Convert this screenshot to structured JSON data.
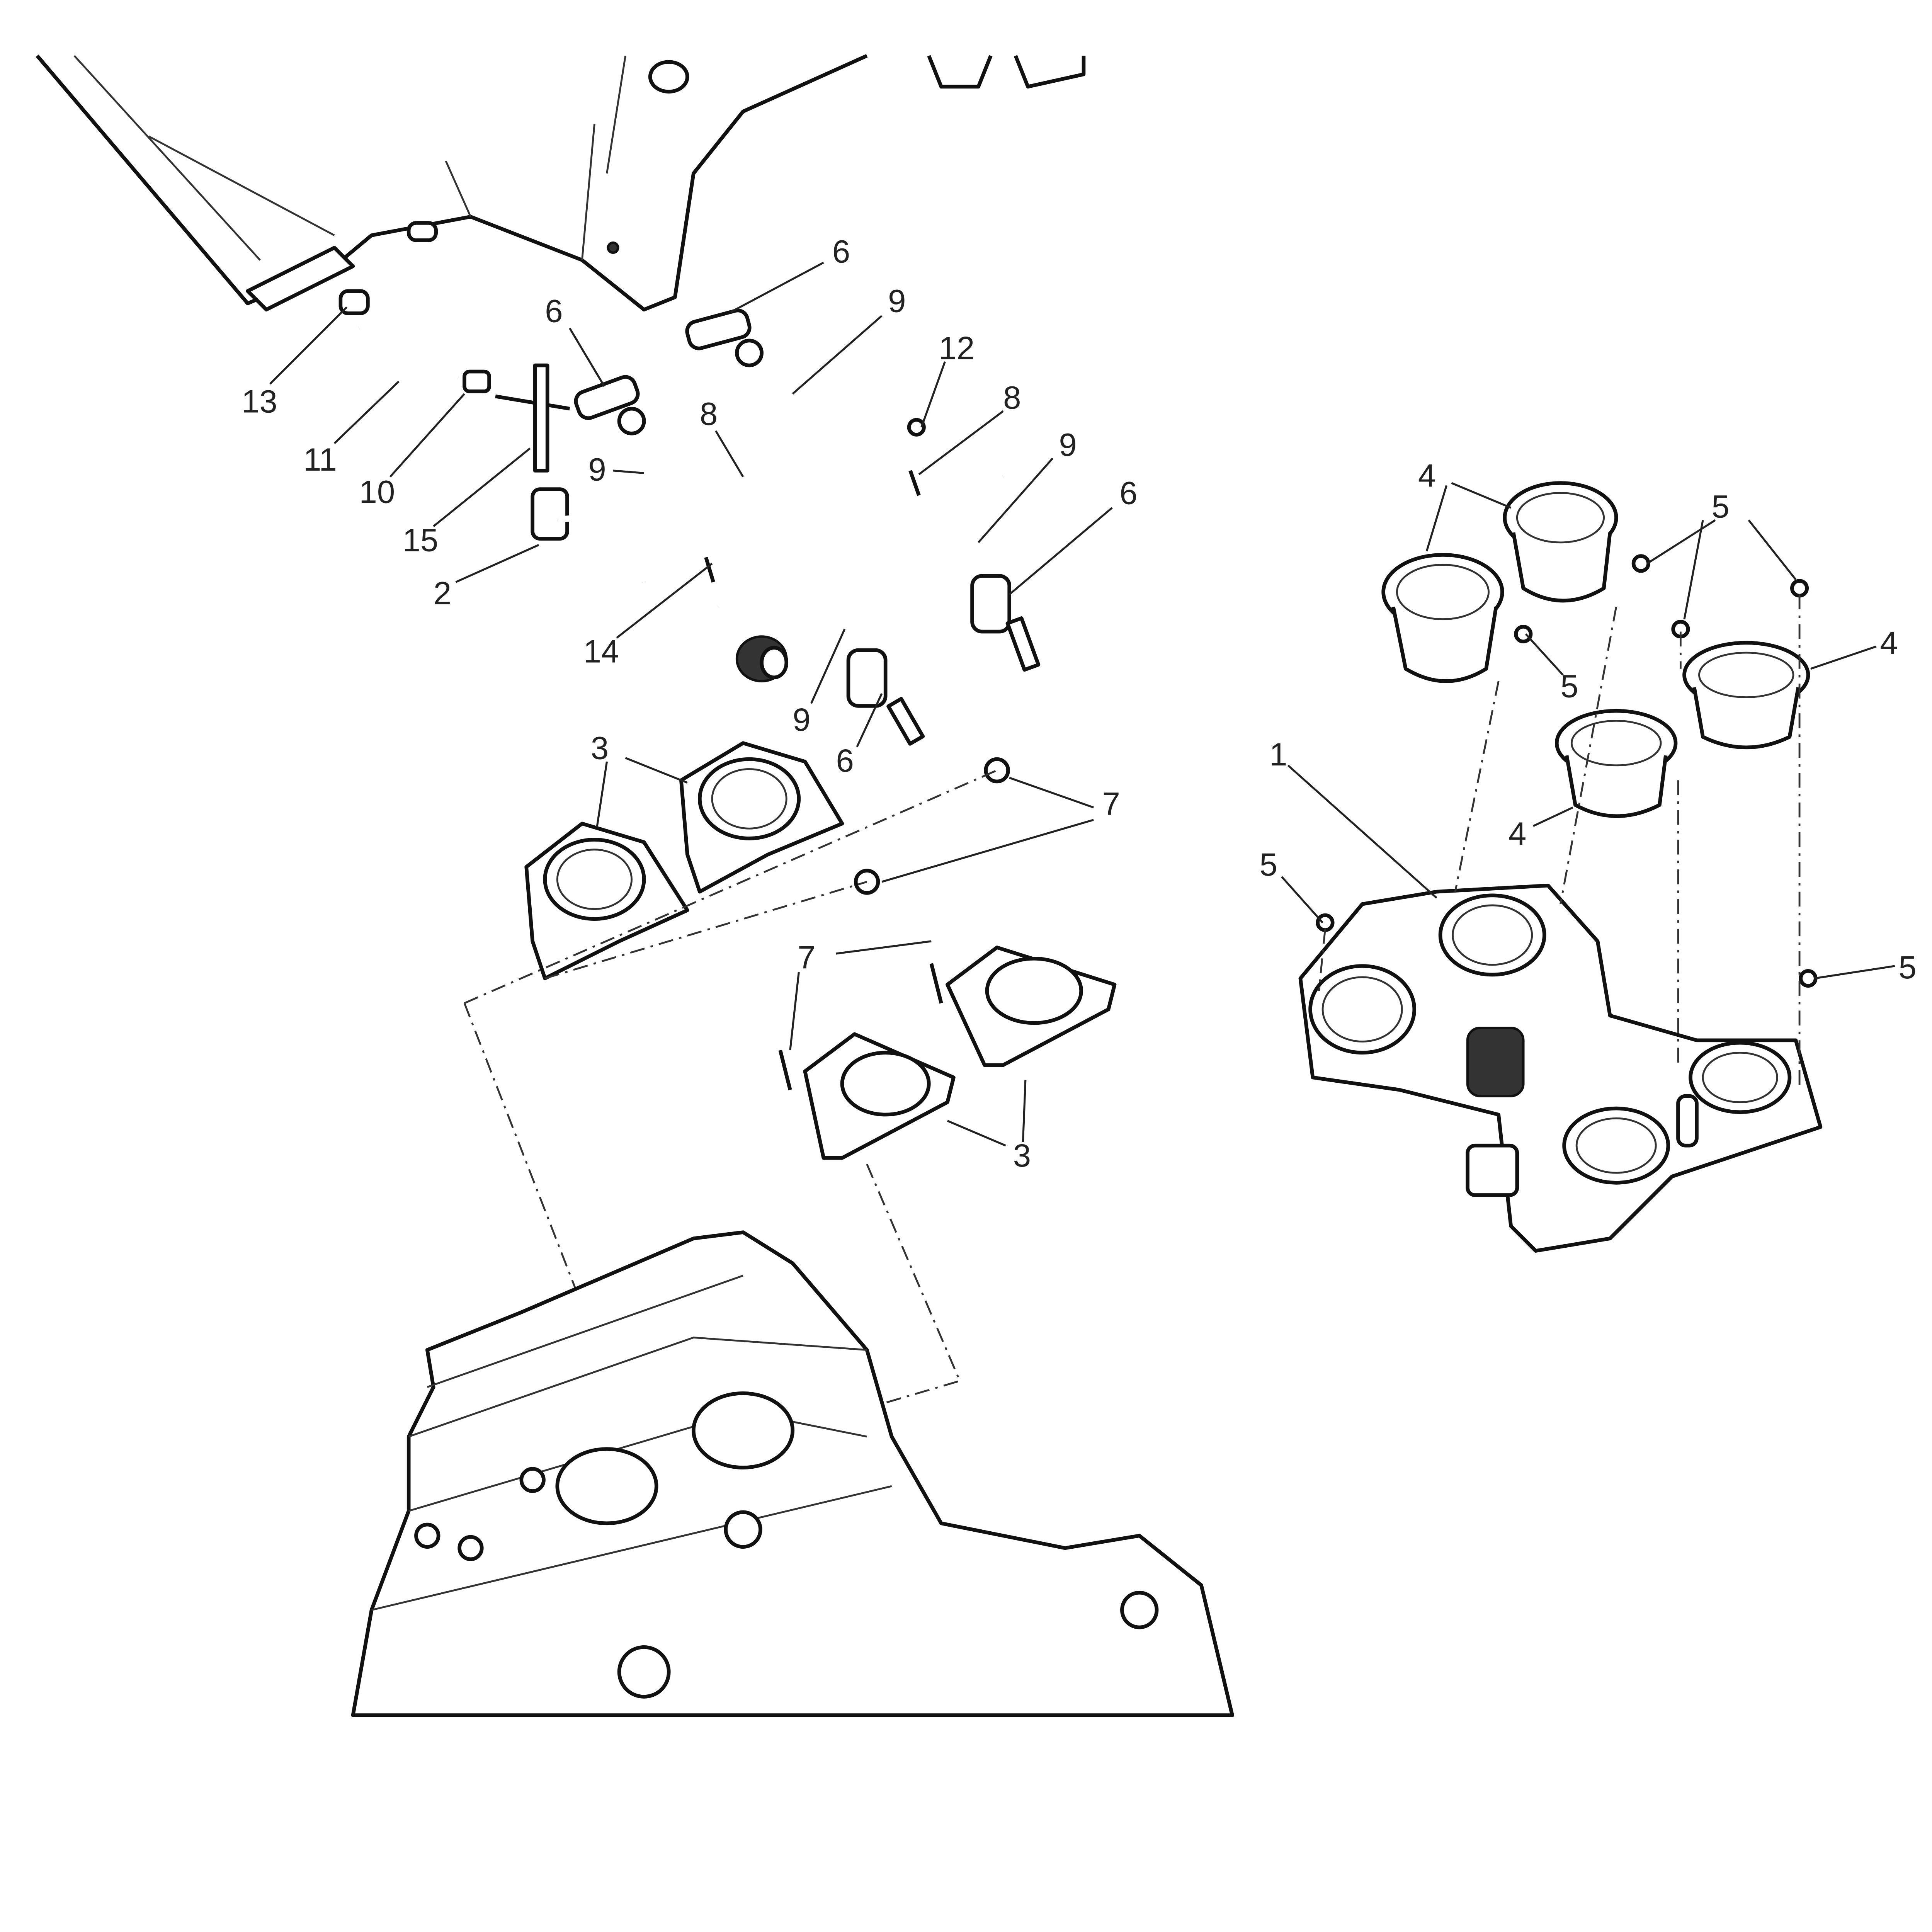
{
  "diagram": {
    "type": "exploded-parts-view",
    "colors": {
      "line": "#111111",
      "background": "#ffffff"
    },
    "callouts": [
      {
        "id": "c13",
        "label": "13"
      },
      {
        "id": "c11",
        "label": "11"
      },
      {
        "id": "c10",
        "label": "10"
      },
      {
        "id": "c15",
        "label": "15"
      },
      {
        "id": "c2",
        "label": "2"
      },
      {
        "id": "c6a",
        "label": "6"
      },
      {
        "id": "c6b",
        "label": "6"
      },
      {
        "id": "c9a",
        "label": "9"
      },
      {
        "id": "c12",
        "label": "12"
      },
      {
        "id": "c8a",
        "label": "8"
      },
      {
        "id": "c8b",
        "label": "8"
      },
      {
        "id": "c9b",
        "label": "9"
      },
      {
        "id": "c9c",
        "label": "9"
      },
      {
        "id": "c6c",
        "label": "6"
      },
      {
        "id": "c14",
        "label": "14"
      },
      {
        "id": "c9d",
        "label": "9"
      },
      {
        "id": "c6d",
        "label": "6"
      },
      {
        "id": "c3a",
        "label": "3"
      },
      {
        "id": "c7a",
        "label": "7"
      },
      {
        "id": "c7b",
        "label": "7"
      },
      {
        "id": "c3b",
        "label": "3"
      },
      {
        "id": "c4a",
        "label": "4"
      },
      {
        "id": "c5a",
        "label": "5"
      },
      {
        "id": "c4b",
        "label": "4"
      },
      {
        "id": "c5b",
        "label": "5"
      },
      {
        "id": "c1",
        "label": "1"
      },
      {
        "id": "c4c",
        "label": "4"
      },
      {
        "id": "c5c",
        "label": "5"
      },
      {
        "id": "c5d",
        "label": "5"
      }
    ]
  }
}
